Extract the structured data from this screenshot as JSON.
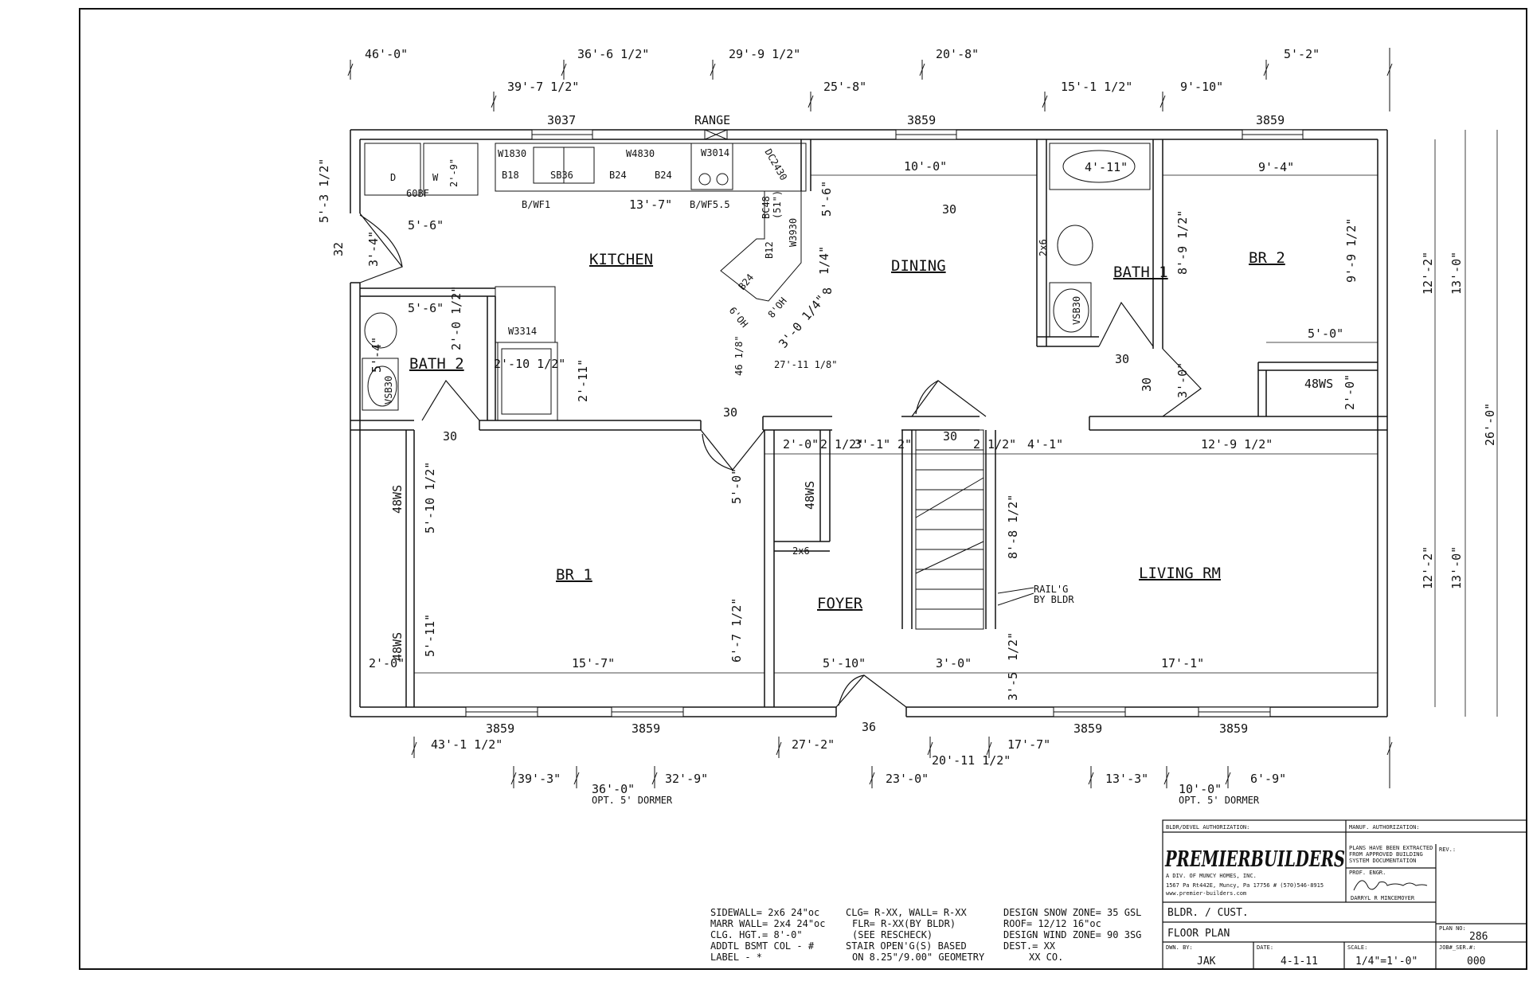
{
  "overall_dims": {
    "top_row1": [
      "46'-0\"",
      "36'-6 1/2\"",
      "29'-9 1/2\"",
      "20'-8\"",
      "5'-2\""
    ],
    "top_row2": [
      "39'-7 1/2\"",
      "25'-8\"",
      "15'-1 1/2\"",
      "9'-10\""
    ],
    "bottom_row1": [
      "43'-1 1/2\"",
      "27'-2\"",
      "20'-11 1/2\"",
      "17'-7\""
    ],
    "bottom_row2": [
      "39'-3\"",
      "36'-0\"",
      "32'-9\"",
      "23'-0\"",
      "13'-3\"",
      "10'-0\"",
      "6'-9\""
    ],
    "dormer_note": "OPT. 5' DORMER",
    "right": [
      "12'-2\"",
      "13'-0\"",
      "26'-0\"",
      "12'-2\"",
      "13'-0\""
    ],
    "left": "5'-3 1/2\""
  },
  "rooms": {
    "kitchen": "KITCHEN",
    "dining": "DINING",
    "bath1": "BATH 1",
    "br2": "BR 2",
    "bath2": "BATH 2",
    "br1": "BR 1",
    "foyer": "FOYER",
    "living": "LIVING RM"
  },
  "windows": {
    "top": [
      "3037",
      "3859",
      "3859"
    ],
    "bottom": [
      "3859",
      "3859",
      "3859",
      "3859"
    ],
    "range": "RANGE",
    "front_door": "36",
    "side_door": "32"
  },
  "doors": [
    "30",
    "30",
    "30",
    "30",
    "30",
    "30"
  ],
  "fixtures": {
    "laundry": [
      "D",
      "W",
      "60BF",
      "2'-9\""
    ],
    "cabinets": [
      "W1830",
      "B18",
      "SB36",
      "W4830",
      "B24",
      "B24",
      "W3014",
      "DC2430",
      "BC48",
      "(51\")",
      "W3930",
      "B12",
      "B24",
      "6'OH",
      "8'OH"
    ],
    "kitchen_notes": [
      "B/WF1",
      "13'-7\"",
      "B/WF5.5",
      "5'-6\"",
      "3'-4\""
    ],
    "bath2": [
      "W3314",
      "VSB30",
      "5'-6\"",
      "2'-0 1/2\"",
      "2'-10 1/2\"",
      "5'-4\"",
      "2'-11\""
    ],
    "bath1": [
      "4'-11\"",
      "2x6",
      "VSB30",
      "8'-9 1/2\"",
      "3'-0\""
    ],
    "br2": [
      "9'-4\"",
      "9'-9 1/2\"",
      "5'-0\"",
      "48WS",
      "2'-0\""
    ],
    "angled": [
      "1/4\"",
      "8",
      "3'-0 1/4\"",
      "27'-11 1/8\"",
      "46 1/8\"",
      "5'-6\"",
      "10'-0\""
    ]
  },
  "interior_dims": {
    "br1": [
      "5'-10 1/2\"",
      "48WS",
      "48WS",
      "2'-0\"",
      "5'-11\"",
      "15'-7\""
    ],
    "foyer": [
      "2'-0\"",
      "2 1/2\"",
      "3'-1\"",
      "2\"",
      "48WS",
      "2x6",
      "5'-0\"",
      "6'-7 1/2\"",
      "5'-10\"",
      "3'-0\""
    ],
    "stair": [
      "2 1/2\"",
      "4'-1\"",
      "8'-8 1/2\"",
      "RAIL'G",
      "BY BLDR",
      "1/2\"",
      "3'-5"
    ],
    "living": [
      "12'-9 1/2\"",
      "17'-1\""
    ]
  },
  "spec_notes": {
    "col1": [
      "SIDEWALL=  2x6 24\"oc",
      "MARR WALL= 2x4 24\"oc",
      "CLG. HGT.=  8'-0\"",
      "ADDTL BSMT COL - #",
      "LABEL - *"
    ],
    "col2": [
      "CLG= R-XX, WALL= R-XX",
      "FLR= R-XX(BY BLDR)",
      "(SEE RESCHECK)",
      "STAIR OPEN'G(S) BASED",
      "ON 8.25\"/9.00\" GEOMETRY"
    ],
    "col3": [
      "DESIGN SNOW ZONE= 35 GSL",
      "ROOF= 12/12 16\"oc",
      "DESIGN WIND ZONE= 90 3SG",
      "DEST.= XX",
      "XX CO."
    ]
  },
  "title_block": {
    "bldr_auth_label": "BLDR/DEVEL AUTHORIZATION:",
    "manuf_auth_label": "MANUF. AUTHORIZATION:",
    "logo": "PREMIERBUILDERS",
    "logo_sub": "A DIV. OF MUNCY HOMES, INC.",
    "address": "1567 Pa Rt442E, Muncy, Pa 17756  # (570)546-8915",
    "website": "www.premier-builders.com",
    "plans_note": [
      "PLANS HAVE BEEN EXTRACTED",
      "FROM APPROVED BUILDING",
      "SYSTEM DOCUMENTATION"
    ],
    "prof_engr_label": "PROF. ENGR.",
    "engineer": "DARRYL R MINCEMOYER",
    "rev_label": "REV.:",
    "client": "BLDR. / CUST.",
    "sheet_title": "FLOOR PLAN",
    "plan_no_label": "PLAN NO:",
    "plan_no": "286",
    "dwn_by_label": "DWN. BY:",
    "dwn_by": "JAK",
    "date_label": "DATE:",
    "date": "4-1-11",
    "scale_label": "SCALE:",
    "scale": "1/4\"=1'-0\"",
    "job_label": "JOB#_SER.#:",
    "job": "000"
  }
}
